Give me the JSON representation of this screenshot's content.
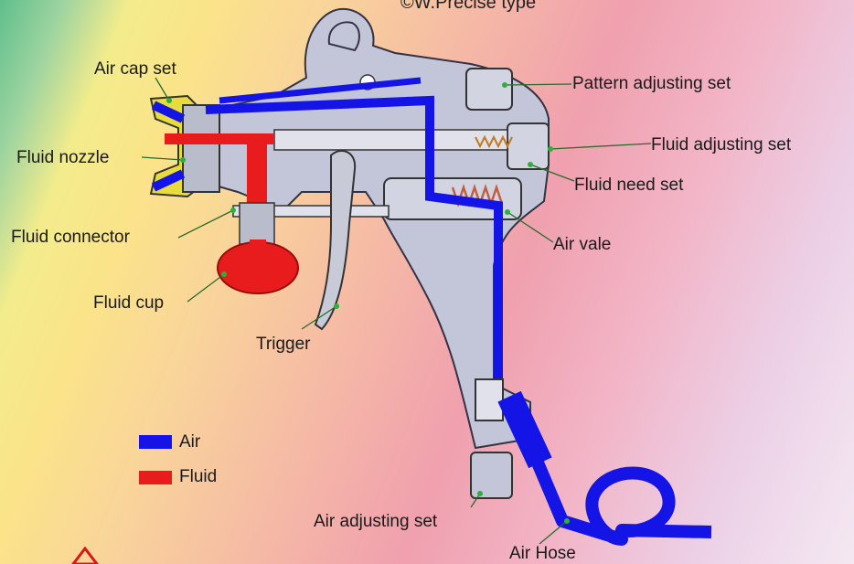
{
  "title": "©W.Precise type",
  "labels": {
    "air_cap_set": "Air cap set",
    "fluid_nozzle": "Fluid nozzle",
    "fluid_connector": "Fluid connector",
    "fluid_cup": "Fluid cup",
    "trigger": "Trigger",
    "pattern_adjusting_set": "Pattern adjusting set",
    "fluid_adjusting_set": "Fluid adjusting set",
    "fluid_need_set": "Fluid need set",
    "air_vale": "Air vale",
    "air_adjusting_set": "Air adjusting set",
    "air_hose": "Air Hose"
  },
  "legend": [
    {
      "label": "Air",
      "color": "#1414e6"
    },
    {
      "label": "Fluid",
      "color": "#e81c1c"
    }
  ],
  "colors": {
    "air": "#1414e6",
    "fluid": "#e81c1c",
    "body": "#c3c5d8",
    "outline": "#333344"
  },
  "icons": [
    "warning-triangle-icon"
  ]
}
